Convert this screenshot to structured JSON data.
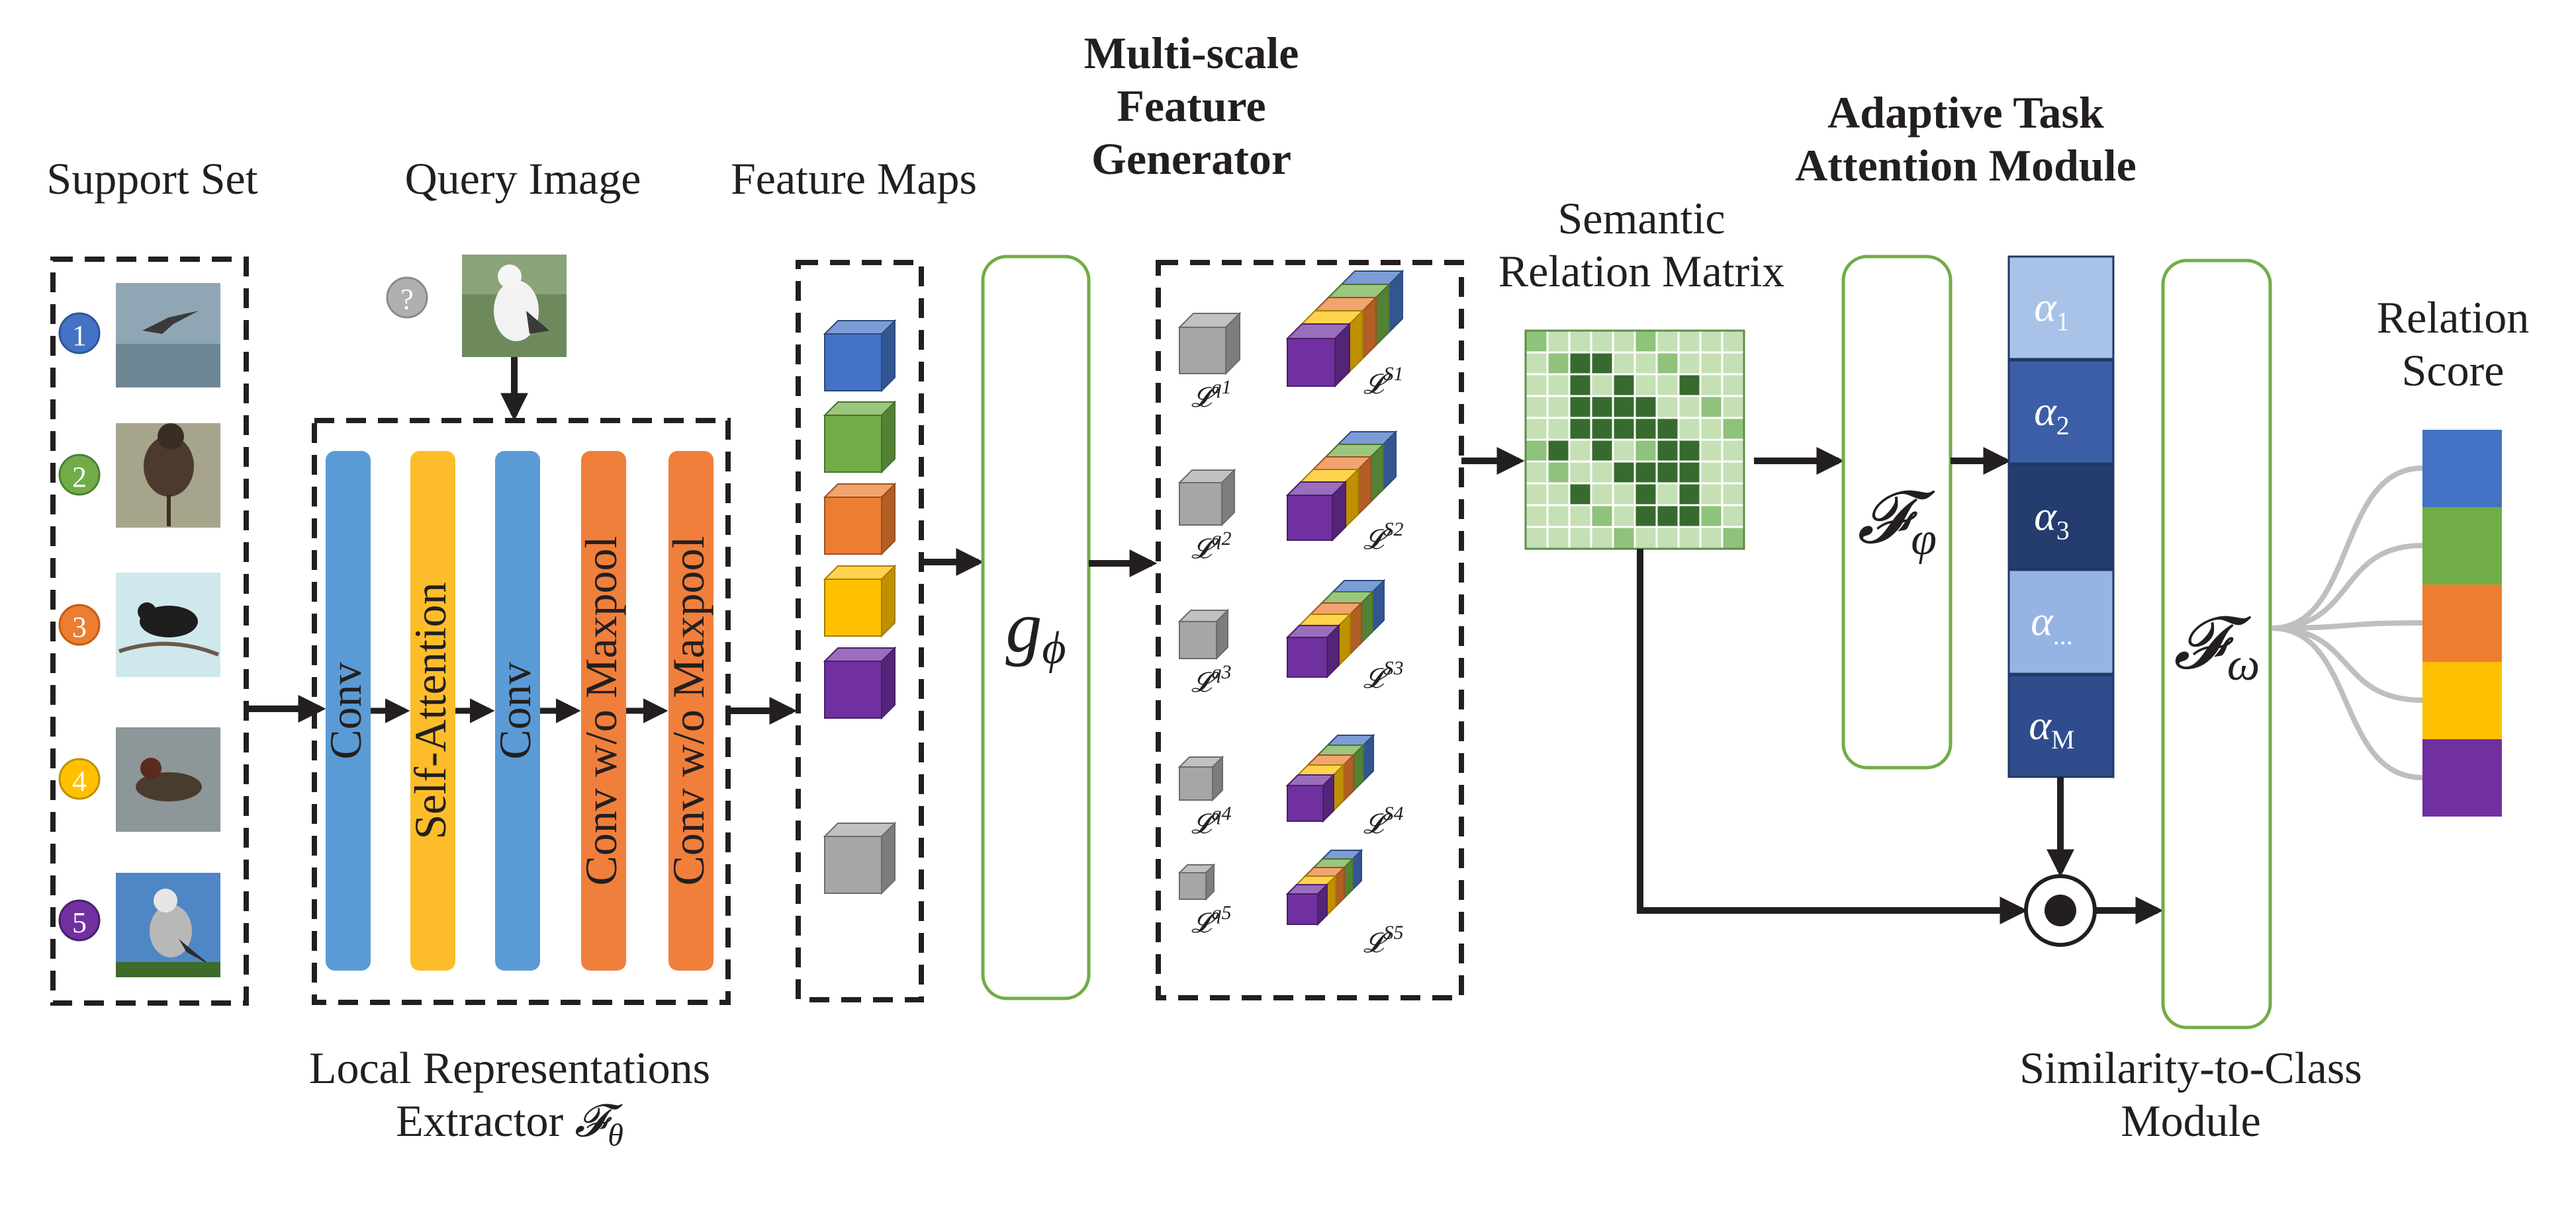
{
  "labels": {
    "support_set": "Support Set",
    "query_image": "Query Image",
    "feature_maps": "Feature Maps",
    "msfg_line1": "Multi-scale",
    "msfg_line2": "Feature",
    "msfg_line3": "Generator",
    "srm_line1": "Semantic",
    "srm_line2": "Relation Matrix",
    "atam_line1": "Adaptive Task",
    "atam_line2": "Attention Module",
    "relation_score_line1": "Relation",
    "relation_score_line2": "Score",
    "lre_line1": "Local Representations",
    "lre_line2": "Extractor",
    "lre_symbol": "𝓕",
    "lre_subscript": "θ",
    "stc_line1": "Similarity-to-Class",
    "stc_line2": "Module"
  },
  "support_items": [
    "1",
    "2",
    "3",
    "4",
    "5"
  ],
  "query_marker": "?",
  "extractor_layers": [
    "Conv",
    "Self-Attention",
    "Conv",
    "Conv w/o Maxpool",
    "Conv w/o Maxpool"
  ],
  "generator_symbol": "g",
  "generator_subscript": "ϕ",
  "task_attention_symbol": "𝓕",
  "task_attention_subscript": "φ",
  "similarity_symbol": "𝓕",
  "similarity_subscript": "ω",
  "scales": [
    {
      "query_label": "𝓛",
      "query_sup": "q1",
      "support_label": "𝓛",
      "support_sup": "S1"
    },
    {
      "query_label": "𝓛",
      "query_sup": "q2",
      "support_label": "𝓛",
      "support_sup": "S2"
    },
    {
      "query_label": "𝓛",
      "query_sup": "q3",
      "support_label": "𝓛",
      "support_sup": "S3"
    },
    {
      "query_label": "𝓛",
      "query_sup": "q4",
      "support_label": "𝓛",
      "support_sup": "S4"
    },
    {
      "query_label": "𝓛",
      "query_sup": "q5",
      "support_label": "𝓛",
      "support_sup": "S5"
    }
  ],
  "attention_weights": [
    {
      "symbol": "α",
      "sub": "1"
    },
    {
      "symbol": "α",
      "sub": "2"
    },
    {
      "symbol": "α",
      "sub": "3"
    },
    {
      "symbol": "α",
      "sub": "..."
    },
    {
      "symbol": "α",
      "sub": "M"
    }
  ],
  "colors": {
    "blue": "#4472c4",
    "green": "#70ad47",
    "orange": "#ed7d31",
    "yellow": "#ffc000",
    "purple": "#7030a0",
    "gray": "#a6a6a6",
    "conv": "#5b9bd5",
    "attention": "#fdbd2b",
    "conv_nomax": "#f07f3c",
    "module_border": "#70ad47",
    "matrix_light": "#c5e0b4",
    "matrix_dark": "#376b2d",
    "weights": [
      "#a9c2e8",
      "#3b5ea6",
      "#253c6e",
      "#95b3e3",
      "#2f4d8d"
    ]
  }
}
